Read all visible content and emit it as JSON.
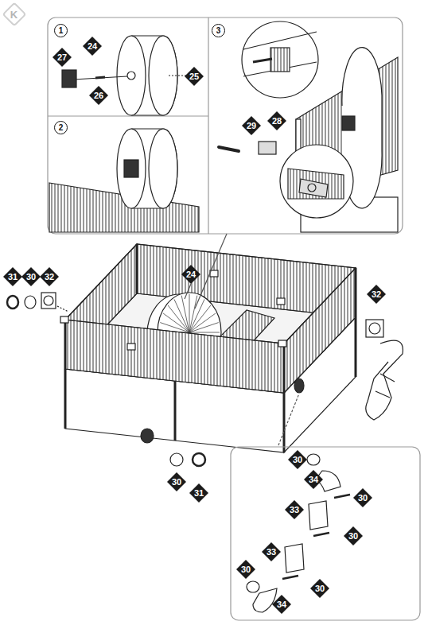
{
  "diagram": {
    "labels": [
      "K",
      "1",
      "24",
      "27",
      "26",
      "25",
      "2",
      "3",
      "29",
      "28",
      "31",
      "30",
      "32",
      "24",
      "32",
      "30",
      "31",
      "30",
      "34",
      "30",
      "33",
      "30",
      "33",
      "30",
      "30",
      "34"
    ]
  }
}
